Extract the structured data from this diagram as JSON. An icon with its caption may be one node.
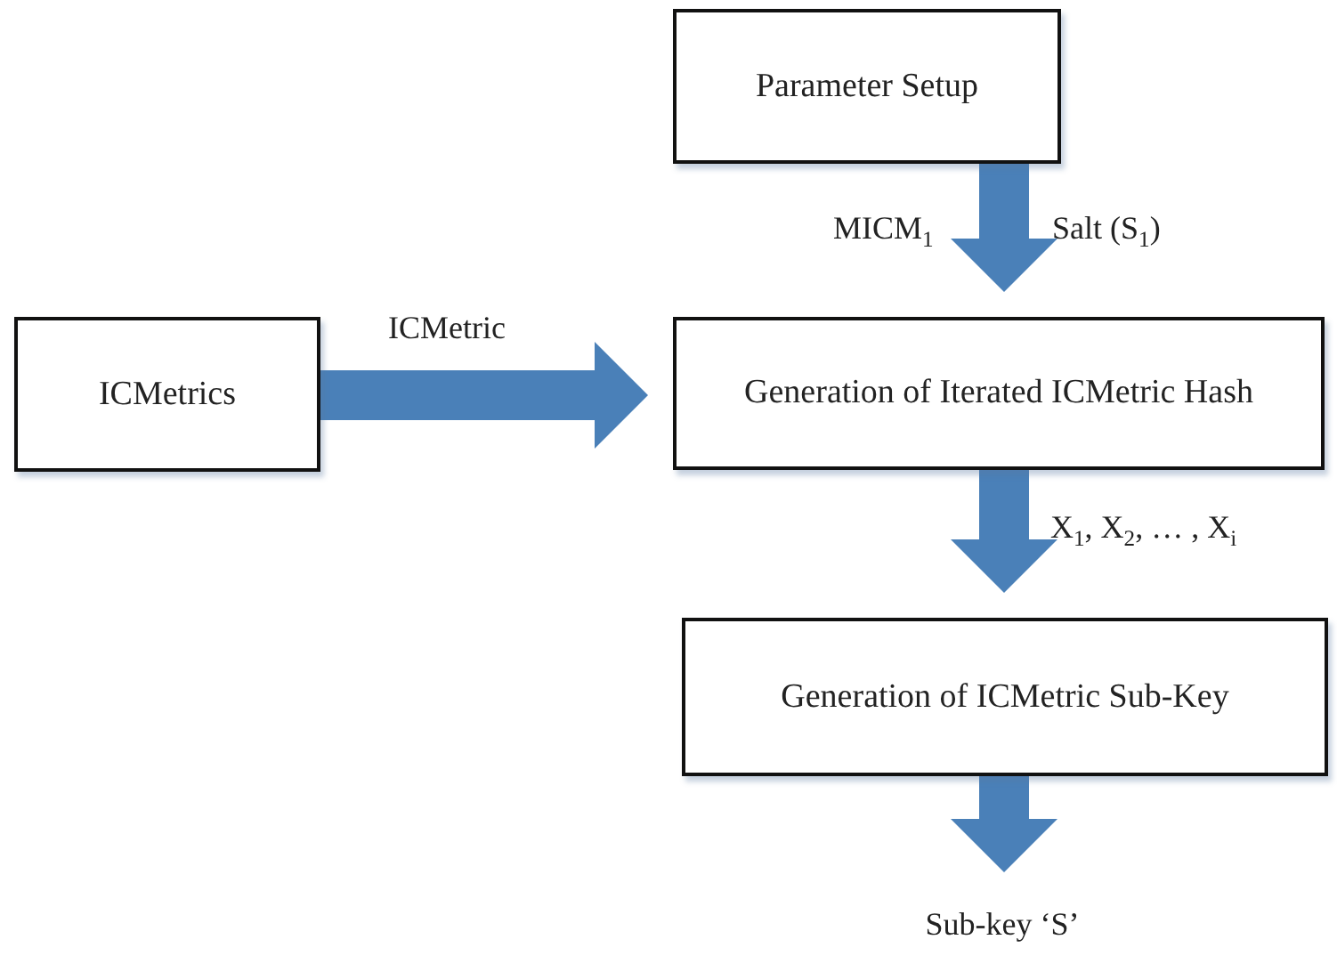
{
  "diagram": {
    "nodes": [
      {
        "text": [
          "Parameter Setup"
        ]
      },
      {
        "text": [
          "ICMetrics"
        ]
      },
      {
        "text": [
          "Generation of Iterated ICMetric Hash"
        ]
      },
      {
        "text": [
          "Generation of ICMetric Sub-Key"
        ]
      },
      {
        "text": [
          "Sub-key ‘S’"
        ]
      }
    ],
    "edges": [
      {
        "from": 0,
        "to": 2,
        "arrow": "to",
        "label": "MICM$_{1}$"
      },
      {
        "from": 1,
        "to": 2,
        "arrow": "to",
        "label": "ICMetric"
      },
      {
        "from": 2,
        "to": 3,
        "arrow": "to",
        "label": "X$_{1}$, X$_{2}$, … , X$_{i}$"
      },
      {
        "from": 3,
        "to": 4,
        "arrow": "to"
      }
    ],
    "labels": [
      "Salt (S$_{1}$)"
    ]
  }
}
